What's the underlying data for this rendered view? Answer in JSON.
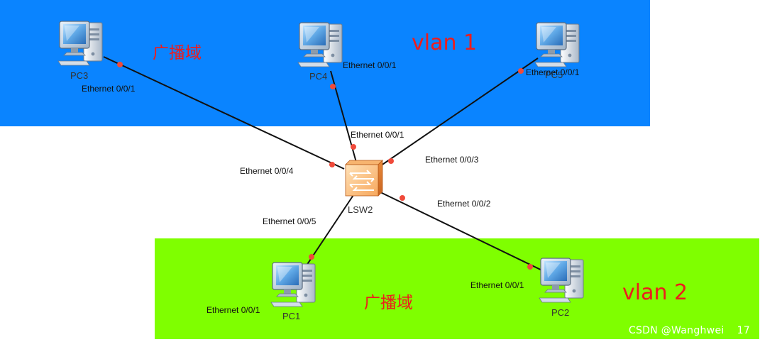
{
  "zones": [
    {
      "id": "vlan1",
      "vlan_label": "vlan 1",
      "domain_label": "广播域",
      "fill": "#0a84ff"
    },
    {
      "id": "vlan2",
      "vlan_label": "vlan 2",
      "domain_label": "广播域",
      "fill": "#7fff00"
    }
  ],
  "switch": {
    "name": "LSW2"
  },
  "devices": [
    {
      "id": "pc3",
      "name": "PC3",
      "port": "Ethernet 0/0/1",
      "switch_port": "Ethernet 0/0/4"
    },
    {
      "id": "pc4",
      "name": "PC4",
      "port": "Ethernet 0/0/1",
      "switch_port": "Ethernet 0/0/1"
    },
    {
      "id": "pc5",
      "name": "PC5",
      "port": "Ethernet 0/0/1",
      "switch_port": "Ethernet 0/0/3"
    },
    {
      "id": "pc1",
      "name": "PC1",
      "port": "Ethernet 0/0/1",
      "switch_port": "Ethernet 0/0/5"
    },
    {
      "id": "pc2",
      "name": "PC2",
      "port": "Ethernet 0/0/1",
      "switch_port": "Ethernet 0/0/2"
    }
  ],
  "colors": {
    "link": "#111111",
    "port_dot": "#f04a3a",
    "zone_text": "#ee1c1c"
  },
  "watermark": {
    "site": "CSDN @Wanghwei",
    "number": "17"
  }
}
